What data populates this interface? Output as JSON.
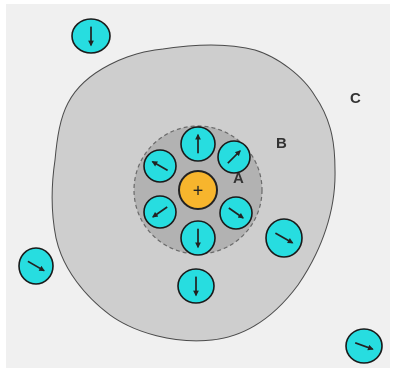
{
  "diagram": {
    "labels": {
      "a": "A",
      "b": "B",
      "c": "C"
    },
    "ion_sign": "+",
    "colors": {
      "frame": "#f0f0f0",
      "region_b": "#cecece",
      "region_a": "#b2b2b2",
      "water": "#27dde0",
      "ion": "#f7b52d",
      "outline": "#222222"
    },
    "icons": {
      "water_molecule": "water-dipole-icon",
      "ion": "cation-plus-icon"
    }
  }
}
